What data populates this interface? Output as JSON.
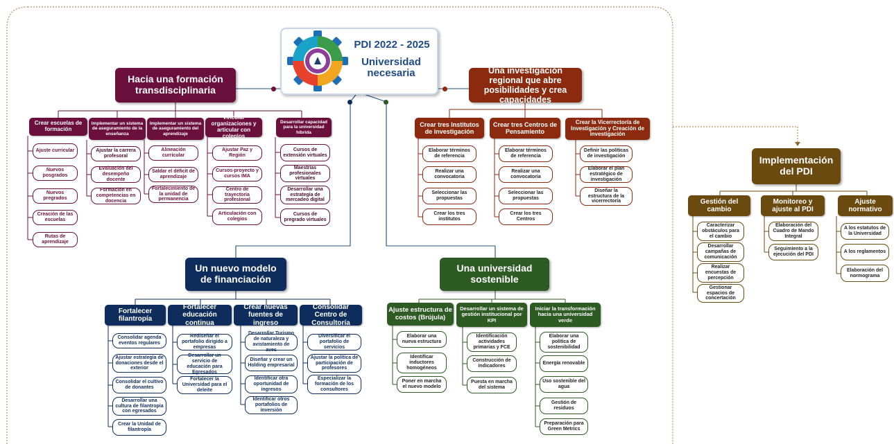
{
  "logo": {
    "title": "PDI 2022 - 2025",
    "subtitle": "Universidad necesaria",
    "colors": [
      "#1e6fb5",
      "#f2a51e",
      "#e8412c",
      "#3c9b4a",
      "#8e3e97",
      "#1aa3c9"
    ]
  },
  "axes": {
    "formacion": {
      "title": "Hacia una formación transdisciplinaria",
      "color": "#6b0f3c",
      "groups": [
        {
          "label": "Crear escuelas de formación",
          "items": [
            "Ajuste curricular",
            "Nuevos posgrados",
            "Nuevos pregrados",
            "Creación de las escuelas",
            "Rutas de aprendizaje"
          ]
        },
        {
          "label": "Implementar un sistema de aseguramiento de la enseñanza",
          "items": [
            "Ajustar la carrera profesoral",
            "Evaluación del desempeño docente",
            "Formación en competencias en docencia"
          ]
        },
        {
          "label": "Implementar un sistema de aseguramiento del aprendizaje",
          "items": [
            "Alineación curricular",
            "Saldar el déficit de aprendizaje",
            "Fortalecimiento de la unidad de permanencia"
          ]
        },
        {
          "label": "Vincular organizaciones y articular con colegios",
          "items": [
            "Ajustar Paz y Región",
            "Cursos-proyecto y cursos IMA",
            "Centro de trayectoria profesional",
            "Articulación con colegios"
          ]
        },
        {
          "label": "Desarrollar capacidad para la universidad híbrida",
          "items": [
            "Cursos de extensión virtuales",
            "Maestrías profesionales virtuales",
            "Desarrollar una estrategia de mercadeo digital",
            "Cursos de pregrado virtuales"
          ]
        }
      ]
    },
    "investigacion": {
      "title": "Una investigación regional que abre posibilidades y crea capacidades",
      "color": "#8b2a0e",
      "groups": [
        {
          "label": "Crear tres Institutos de investigación",
          "items": [
            "Elaborar términos de referencia",
            "Realizar una convocatoria",
            "Seleccionar las propuestas",
            "Crear los tres institutos"
          ]
        },
        {
          "label": "Crear tres Centros de Pensamiento",
          "items": [
            "Elaborar términos de referencia",
            "Realizar una convocatoria",
            "Seleccionar las propuestas",
            "Crear los tres Centros"
          ]
        },
        {
          "label": "Crear la Vicerrectoría de Investigación y Creación de investigación",
          "items": [
            "Definir las políticas de investigación",
            "Elaborar el plan estratégico de investigación",
            "Diseñar la estructura de la vicerrectoría"
          ]
        }
      ]
    },
    "financiacion": {
      "title": "Un nuevo modelo de financiación",
      "color": "#0f2d5c",
      "groups": [
        {
          "label": "Fortalecer filantropía",
          "items": [
            "Consolidar agenda eventos regulares",
            "Ajustar estrategia de donaciones desde el exterior",
            "Consolidar el cultivo de donantes",
            "Desarrollar una cultura de filantropía con egresados",
            "Crear la Unidad de filantropía"
          ]
        },
        {
          "label": "Fortalecer educación continua",
          "items": [
            "Rediseñar el portafolio dirigido a empresas",
            "Desarrollar un servicio de educación para Egresados",
            "Fortalecer la Universidad para el deleite"
          ]
        },
        {
          "label": "Crear nuevas fuentes de ingreso",
          "items": [
            "Desarrollar Turismo de naturaleza y avistamiento de aves",
            "Diseñar y crear un Holding empresarial",
            "Identificar otra oportunidad de ingresos",
            "Identificar otros portafolios de inversión"
          ]
        },
        {
          "label": "Consolidar Centro de Consultoría",
          "items": [
            "Diversificar el portafolio de servicios",
            "Ajustar la política de participación de profesores",
            "Especializar la formación de los consultores"
          ]
        }
      ]
    },
    "sostenible": {
      "title": "Una universidad sostenible",
      "color": "#2e5a23",
      "groups": [
        {
          "label": "Ajuste estructura de costos (Brújula)",
          "items": [
            "Elaborar una nueva estructura",
            "Identificar inductores homogéneos",
            "Poner en marcha el nuevo modelo"
          ]
        },
        {
          "label": "Desarrollar un sistema de gestión institucional por KPI",
          "items": [
            "Identificación actividades primarias y FCE",
            "Construcción de indicadores",
            "Puesta en marcha del sistema"
          ]
        },
        {
          "label": "Iniciar la transformación hacia una universidad verde",
          "items": [
            "Elaborar una política de sostenibilidad",
            "Energía renovable",
            "Uso sostenible del agua",
            "Gestión de residuos",
            "Preparación para Green Metrics"
          ]
        }
      ]
    },
    "implementacion": {
      "title": "Implementación del PDI",
      "color": "#6b4a10",
      "groups": [
        {
          "label": "Gestión del cambio",
          "items": [
            "Caracterizar obstáculos para el cambio",
            "Desarrollar campañas de comunicación",
            "Realizar encuestas de percepción",
            "Gestionar espacios de concertación"
          ]
        },
        {
          "label": "Monitoreo y ajuste al PDI",
          "items": [
            "Elaboración del Cuadro de Mando Integral",
            "Seguimiento a la ejecución del PDI"
          ]
        },
        {
          "label": "Ajuste normativo",
          "items": [
            "A los estatutos de la Universidad",
            "A los reglamentos",
            "Elaboración del normograma"
          ]
        }
      ]
    }
  }
}
